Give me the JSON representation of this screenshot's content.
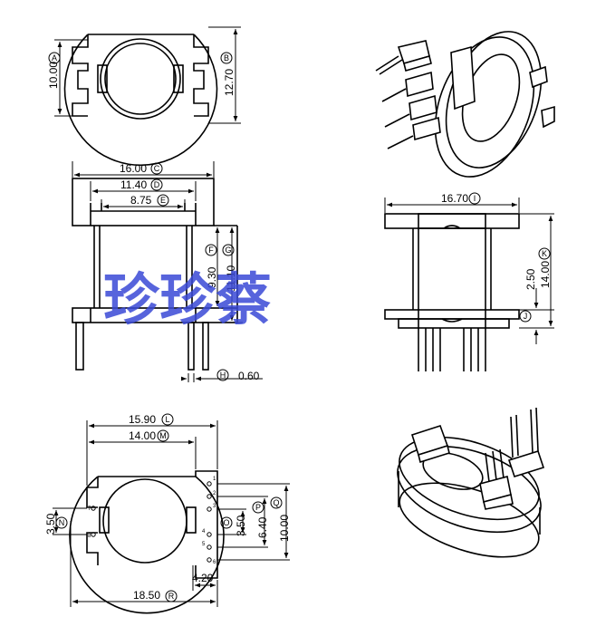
{
  "watermark": "珍珍蔡",
  "views": {
    "top": {
      "dims": [
        {
          "value": "10.00",
          "label": "A"
        },
        {
          "value": "12.70",
          "label": "B"
        }
      ]
    },
    "front": {
      "dims": [
        {
          "value": "16.00",
          "label": "C"
        },
        {
          "value": "11.40",
          "label": "D"
        },
        {
          "value": "8.75",
          "label": "E"
        },
        {
          "value": "9.30",
          "label": "F"
        },
        {
          "value": "11.10",
          "label": "G"
        },
        {
          "value": "0.60",
          "label": "H"
        }
      ]
    },
    "side": {
      "dims": [
        {
          "value": "16.70",
          "label": "I"
        },
        {
          "value": "2.50",
          "label": "J"
        },
        {
          "value": "14.00",
          "label": "K"
        }
      ]
    },
    "bottom": {
      "dims": [
        {
          "value": "15.90",
          "label": "L"
        },
        {
          "value": "14.00",
          "label": "M"
        },
        {
          "value": "3.50",
          "label": "N"
        },
        {
          "value": "3.50",
          "label": "O"
        },
        {
          "value": "6.40",
          "label": "P"
        },
        {
          "value": "10.00",
          "label": "Q"
        },
        {
          "value": "18.50",
          "label": "R"
        },
        {
          "value": "4.20",
          "label": ""
        }
      ],
      "pins": [
        "7",
        "8",
        "1",
        "2",
        "3",
        "4",
        "5",
        "6"
      ]
    }
  }
}
